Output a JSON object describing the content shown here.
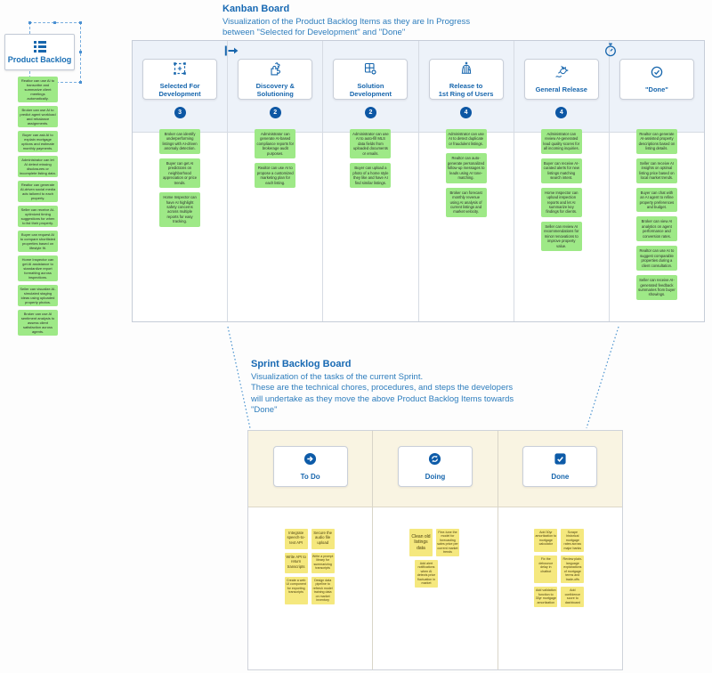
{
  "colors": {
    "accent_blue": "#1766ad",
    "title_blue": "#1769b3",
    "description_blue": "#2d7dbd",
    "badge_blue": "#0d57a4",
    "green_note": "#9ee987",
    "yellow_note": "#f5e87e",
    "kanban_header_bg": "#edf2f9",
    "sprint_header_bg": "#f9f4e2"
  },
  "product_backlog": {
    "label": "Product Backlog",
    "icon": "backlog-list-icon",
    "notes": [
      "Realtor can use AI to transcribe and summarize client meetings automatically.",
      "Broker can use AI to predict agent workload and rebalance assignments.",
      "Buyer can ask AI to explain mortgage options and estimate monthly payments.",
      "Administrator can let AI detect missing disclosures or incomplete listing data.",
      "Realtor can generate AI-driven social media ads tailored to each property.",
      "Seller can receive AI-optimized timing suggestions for when to list their property.",
      "Buyer can request AI to compare shortlisted properties based on lifestyle fit.",
      "Home Inspector can get AI assistance to standardize report formatting across inspections.",
      "Seller can visualize AI-simulated staging ideas using uploaded property photos.",
      "Broker can use AI sentiment analysis to assess client satisfaction across agents."
    ]
  },
  "kanban": {
    "title": "Kanban Board",
    "description": "Visualization of the Product Backlog Items as they are In Progress\nbetween \"Selected for Development\" and \"Done\"",
    "flow_icon": "flow-arrow-icon",
    "timer_icon": "stopwatch-icon",
    "columns": [
      {
        "label": "Selected For\nDevelopment",
        "icon": "selection-frame-icon",
        "count": "3",
        "notes": [
          "Broker can identify underperforming listings with AI-driven anomaly detection.",
          "Buyer can get AI predictions on neighborhood appreciation or price trends.",
          "Home Inspector can have AI highlight safety concerns across multiple reports for easy tracking."
        ]
      },
      {
        "label": "Discovery &\nSolutioning",
        "icon": "puzzle-icon",
        "count": "2",
        "notes": [
          "Administrator can generate AI-based compliance reports for brokerage audit purposes.",
          "Realtor can use AI to propose a customized marketing plan for each listing."
        ]
      },
      {
        "label": "Solution\nDevelopment",
        "icon": "puzzle-gear-icon",
        "count": "2",
        "notes": [
          "Administrator can use AI to auto-fill MLS data fields from uploaded documents or emails.",
          "Buyer can upload a photo of a home style they like and have AI find similar listings."
        ]
      },
      {
        "label": "Release to\n1st Ring of Users",
        "icon": "birdcage-icon",
        "count": "4",
        "notes": [
          "Administrator can use AI to detect duplicate or fraudulent listings.",
          "Realtor can auto-generate personalized follow-up messages to leads using AI tone-matching.",
          "Broker can forecast monthly revenue using AI analysis of current listings and market velocity."
        ]
      },
      {
        "label": "General Release",
        "icon": "release-bird-icon",
        "count": "4",
        "notes": [
          "Administrator can review AI-generated lead quality scores for all incoming inquiries.",
          "Buyer can receive AI-curated alerts for new listings matching search intent.",
          "Home Inspector can upload inspection reports and let AI summarize key findings for clients.",
          "Seller can review AI recommendations for minor renovations to improve property value."
        ]
      },
      {
        "label": "\"Done\"",
        "icon": "check-circle-icon",
        "count": "",
        "notes": [
          "Realtor can generate AI-assisted property descriptions based on listing details.",
          "Seller can receive AI insights on optimal listing price based on local market trends.",
          "Buyer can chat with an AI agent to refine property preferences and budget.",
          "Broker can view AI analytics on agent performance and conversion rates.",
          "Realtor can use AI to suggest comparable properties during a client consultation.",
          "Seller can receive AI-generated feedback summaries from buyer showings."
        ]
      }
    ]
  },
  "sprint": {
    "title": "Sprint Backlog Board",
    "description": "Visualization of the tasks of the current Sprint.\nThese are the technical chores, procedures, and steps the developers\nwill undertake as they move the above Product Backlog Items towards\n\"Done\"",
    "columns": [
      {
        "label": "To Do",
        "icon": "arrow-right-circle-icon",
        "notes": [
          "Integrate speech-to-text API",
          "Secure the audio file upload",
          "Write API to return transcripts",
          "Write a prompt library for summarizing transcripts",
          "Create a web UI component for exporting transcripts",
          "Design data pipeline to refresh model training data on market inventory"
        ]
      },
      {
        "label": "Doing",
        "icon": "refresh-circle-icon",
        "notes": [
          "Clean old listings data",
          "Fine-tune the model for forecasting sales price per current market trends",
          "Add alert notifications when AI detects price fluctuation in market"
        ]
      },
      {
        "label": "Done",
        "icon": "check-square-icon",
        "notes": [
          "Add 30yr amortization to mortgage calculator",
          "Scrape historical mortgage rates across major banks",
          "Fix the debounce delay in chatbot",
          "Review plain-language explanations of mortgage terms and trade-offs",
          "Add validation function to 30yr mortgage amortization",
          "Add confidence score to dashboard"
        ]
      }
    ]
  }
}
